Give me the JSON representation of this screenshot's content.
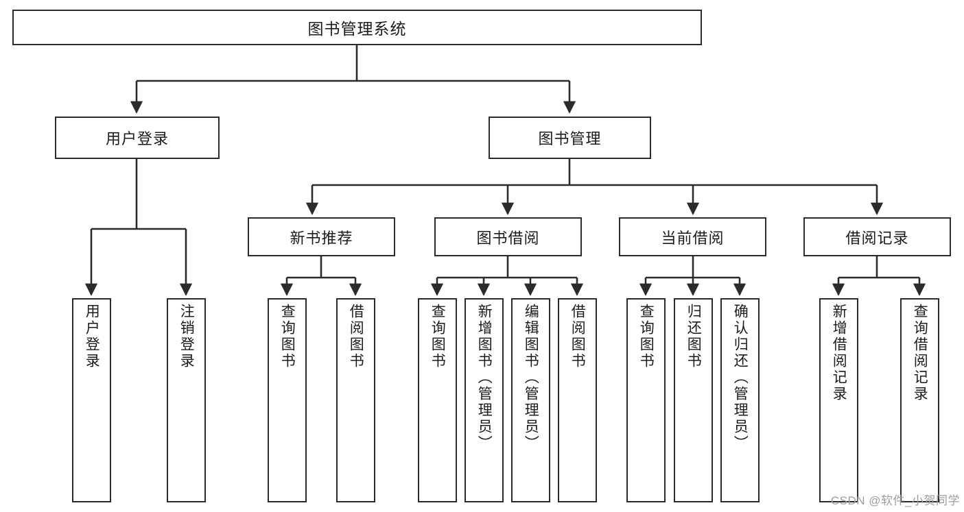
{
  "diagram": {
    "type": "tree",
    "title": "图书管理系统",
    "watermark": "CSDN @软件_小贺同学",
    "colors": {
      "stroke": "#2b2b2b",
      "fill": "#ffffff",
      "text": "#1b1b1b",
      "watermark": "#9d9d9d"
    },
    "root": {
      "label": "图书管理系统"
    },
    "level2": [
      {
        "id": "user-login",
        "label": "用户登录"
      },
      {
        "id": "book-manage",
        "label": "图书管理"
      }
    ],
    "level3": [
      {
        "id": "new-book-recommend",
        "label": "新书推荐",
        "parent": "book-manage"
      },
      {
        "id": "book-borrow",
        "label": "图书借阅",
        "parent": "book-manage"
      },
      {
        "id": "current-borrow",
        "label": "当前借阅",
        "parent": "book-manage"
      },
      {
        "id": "borrow-record",
        "label": "借阅记录",
        "parent": "book-manage"
      }
    ],
    "leaves": [
      {
        "id": "leaf-user-login",
        "label": "用户登录",
        "parent": "user-login"
      },
      {
        "id": "leaf-logout",
        "label": "注销登录",
        "parent": "user-login"
      },
      {
        "id": "leaf-query-book-1",
        "label": "查询图书",
        "parent": "new-book-recommend"
      },
      {
        "id": "leaf-borrow-book-1",
        "label": "借阅图书",
        "parent": "new-book-recommend"
      },
      {
        "id": "leaf-query-book-2",
        "label": "查询图书",
        "parent": "book-borrow"
      },
      {
        "id": "leaf-add-book",
        "label": "新增图书（管理员）",
        "parent": "book-borrow"
      },
      {
        "id": "leaf-edit-book",
        "label": "编辑图书（管理员）",
        "parent": "book-borrow"
      },
      {
        "id": "leaf-borrow-book-2",
        "label": "借阅图书",
        "parent": "book-borrow"
      },
      {
        "id": "leaf-query-book-3",
        "label": "查询图书",
        "parent": "current-borrow"
      },
      {
        "id": "leaf-return-book",
        "label": "归还图书",
        "parent": "current-borrow"
      },
      {
        "id": "leaf-confirm-return",
        "label": "确认归还（管理员）",
        "parent": "current-borrow"
      },
      {
        "id": "leaf-add-record",
        "label": "新增借阅记录",
        "parent": "borrow-record"
      },
      {
        "id": "leaf-query-record",
        "label": "查询借阅记录",
        "parent": "borrow-record"
      }
    ]
  }
}
